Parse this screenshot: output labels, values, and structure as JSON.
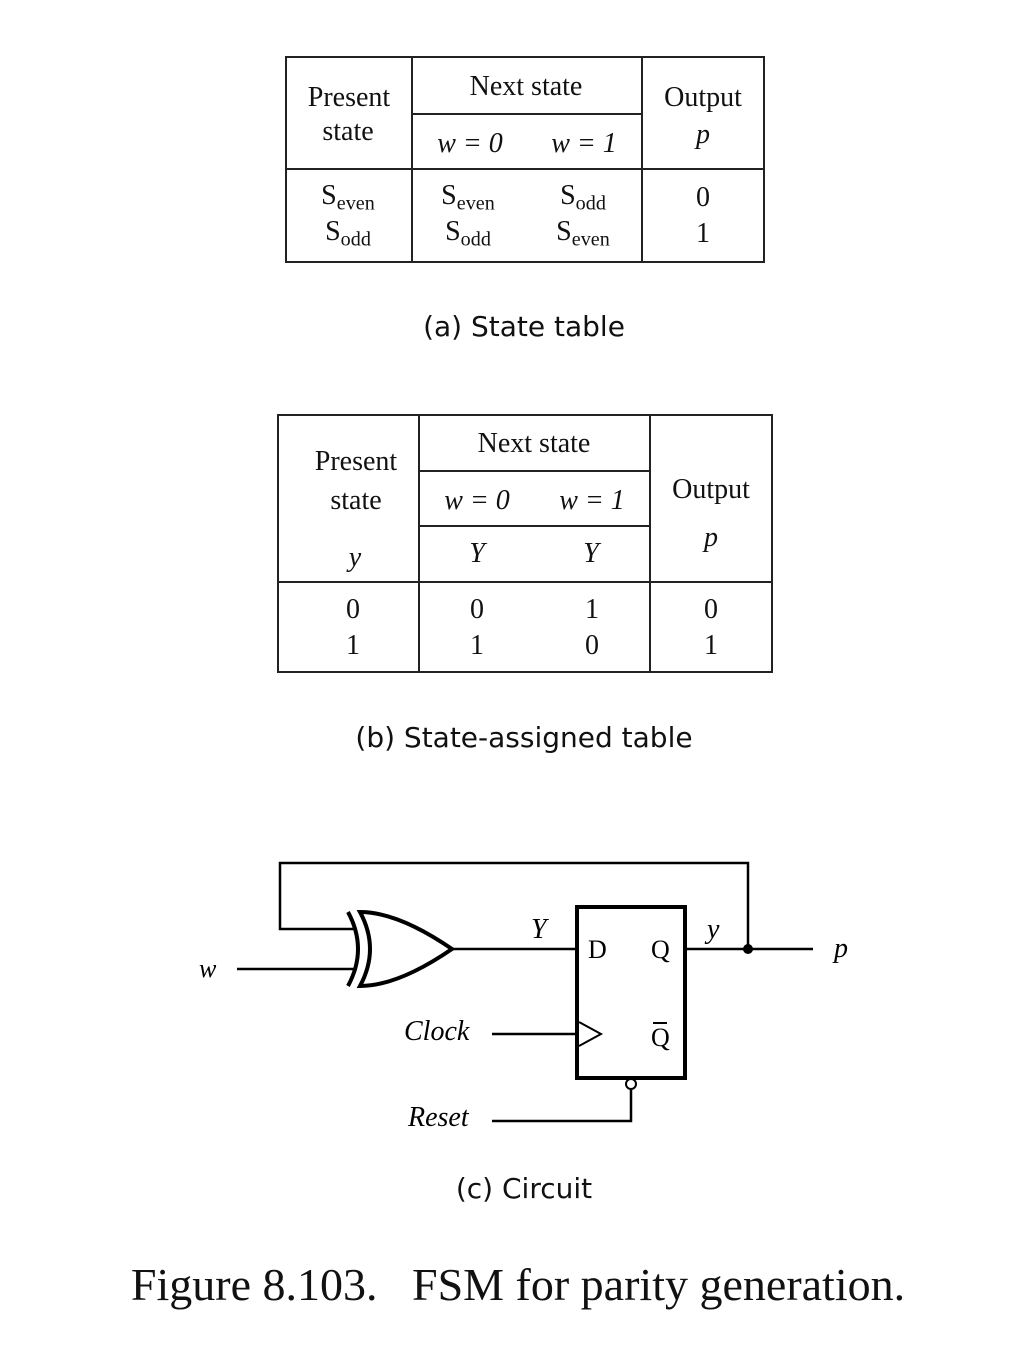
{
  "table_a": {
    "header": {
      "present_line1": "Present",
      "present_line2": "state",
      "next_state": "Next state",
      "w0": "w = 0",
      "w1": "w = 1",
      "output": "Output",
      "p": "p"
    },
    "rows": [
      {
        "present": "S",
        "present_sub": "even",
        "n0": "S",
        "n0_sub": "even",
        "n1": "S",
        "n1_sub": "odd",
        "out": "0"
      },
      {
        "present": "S",
        "present_sub": "odd",
        "n0": "S",
        "n0_sub": "odd",
        "n1": "S",
        "n1_sub": "even",
        "out": "1"
      }
    ],
    "caption": "(a) State table"
  },
  "table_b": {
    "header": {
      "present_line1": "Present",
      "present_line2": "state",
      "y": "y",
      "next_state": "Next state",
      "w0": "w = 0",
      "w1": "w = 1",
      "Y0": "Y",
      "Y1": "Y",
      "output": "Output",
      "p": "p"
    },
    "rows": [
      {
        "y": "0",
        "n0": "0",
        "n1": "1",
        "out": "0"
      },
      {
        "y": "1",
        "n0": "1",
        "n1": "0",
        "out": "1"
      }
    ],
    "caption": "(b) State-assigned table"
  },
  "circuit": {
    "w": "w",
    "Y": "Y",
    "y": "y",
    "p": "p",
    "clock": "Clock",
    "reset": "Reset",
    "D": "D",
    "Q": "Q",
    "Qbar": "Q",
    "caption": "(c) Circuit"
  },
  "figure_caption": "Figure 8.103.   FSM for parity generation."
}
